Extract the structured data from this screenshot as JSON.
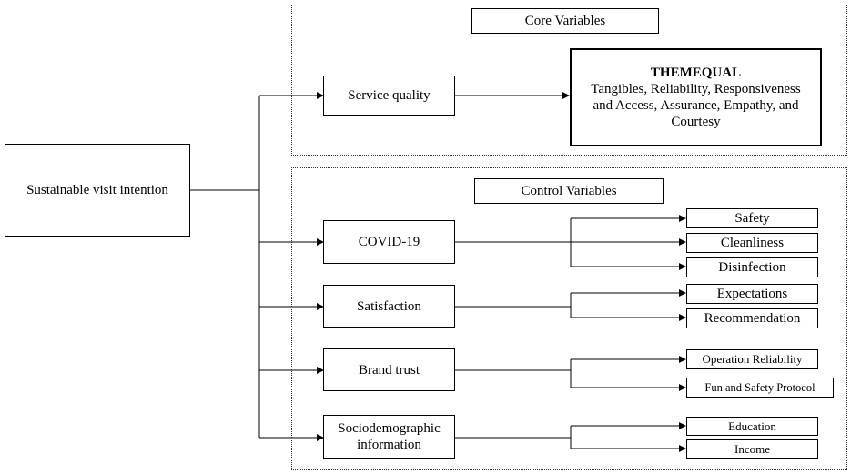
{
  "root": {
    "label": "Sustainable visit intention"
  },
  "core": {
    "title": "Core Variables",
    "service_quality": "Service quality",
    "themequal": {
      "title": "THEMEQUAL",
      "line1": "Tangibles, Reliability, Responsiveness",
      "line2": "and Access, Assurance, Empathy, and",
      "line3": "Courtesy"
    }
  },
  "control": {
    "title": "Control Variables",
    "covid": {
      "label": "COVID-19",
      "items": [
        "Safety",
        "Cleanliness",
        "Disinfection"
      ]
    },
    "satisfaction": {
      "label": "Satisfaction",
      "items": [
        "Expectations",
        "Recommendation"
      ]
    },
    "brand_trust": {
      "label": "Brand trust",
      "items": [
        "Operation Reliability",
        "Fun and Safety Protocol"
      ]
    },
    "sociodemographic": {
      "line1": "Sociodemographic",
      "line2": "information",
      "items": [
        "Education",
        "Income"
      ]
    }
  }
}
